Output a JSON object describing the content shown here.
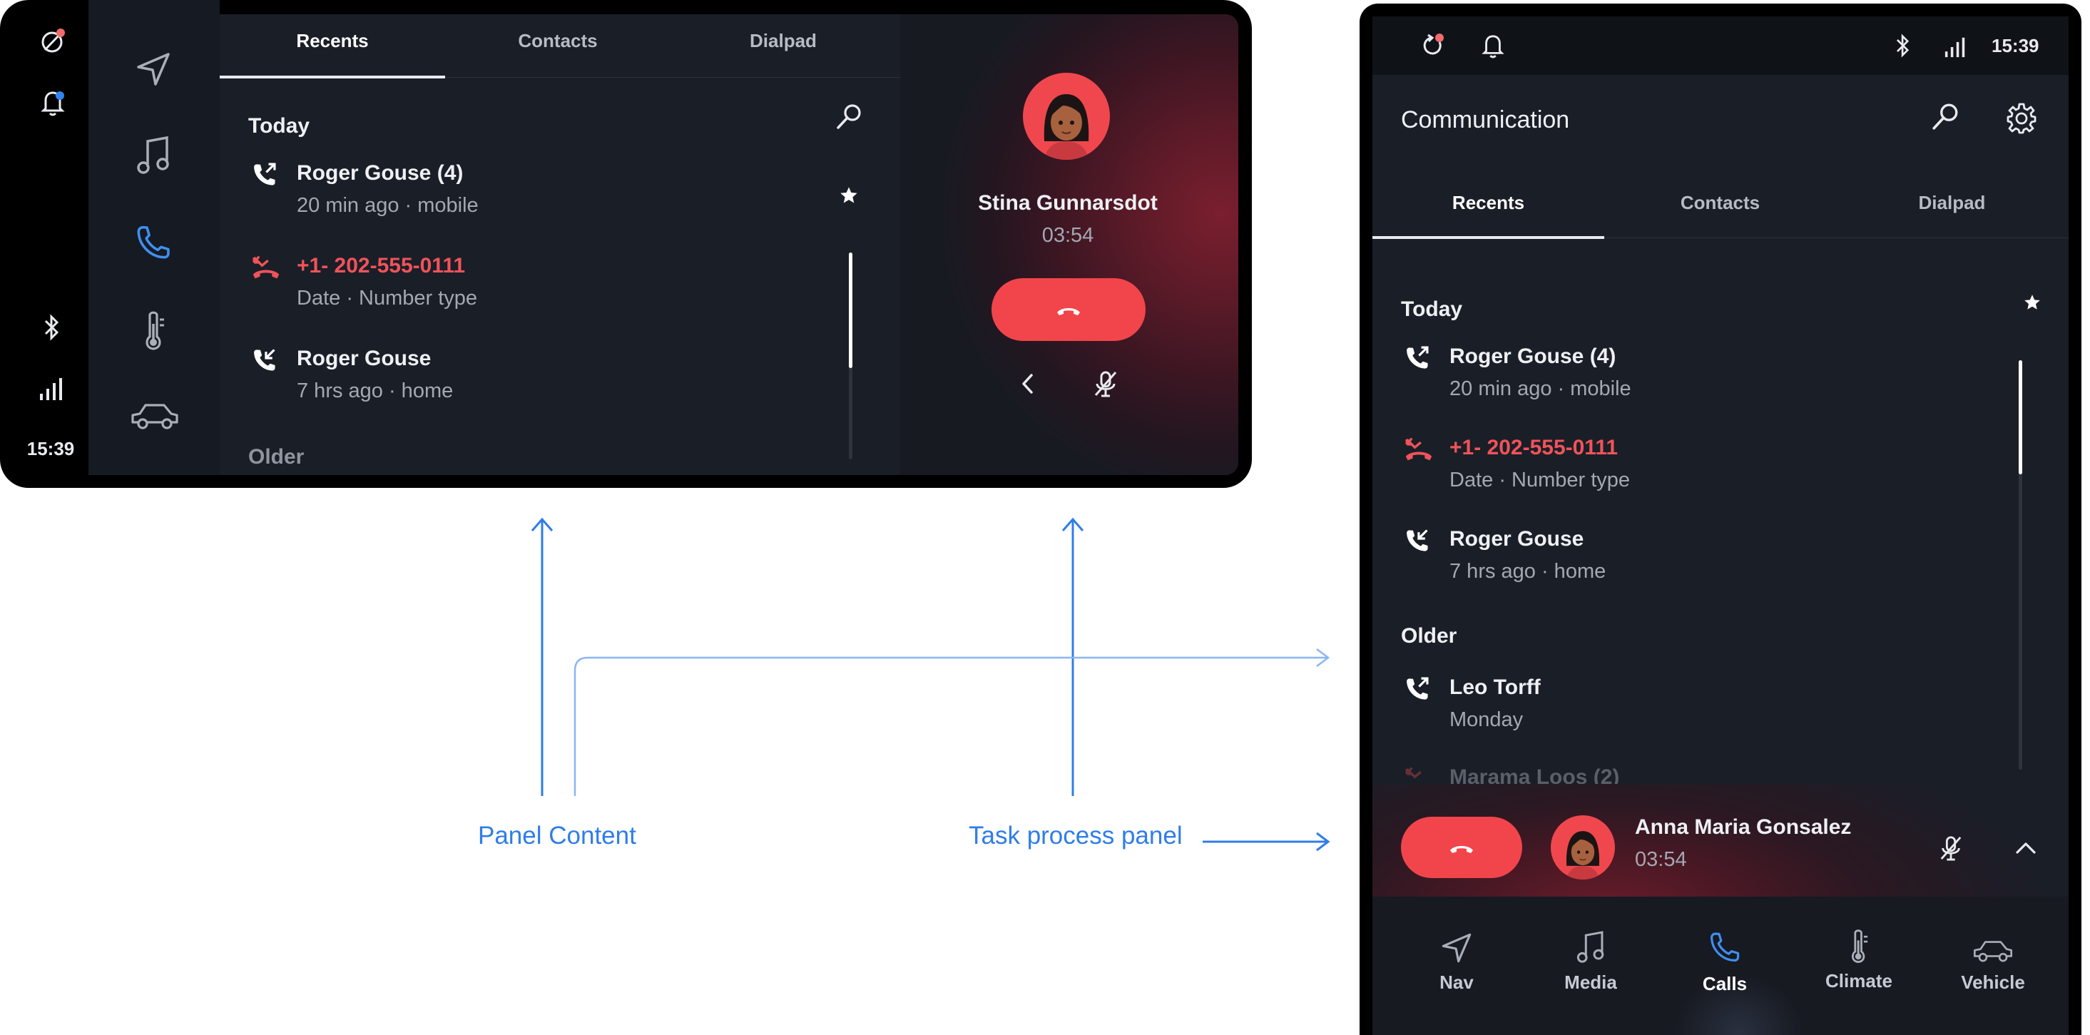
{
  "landscape": {
    "status": {
      "time": "15:39"
    },
    "rail_icons": [
      "navigation-arrow-icon",
      "music-note-icon",
      "phone-icon",
      "thermometer-icon",
      "car-icon"
    ],
    "tabs": [
      {
        "label": "Recents",
        "active": true
      },
      {
        "label": "Contacts",
        "active": false
      },
      {
        "label": "Dialpad",
        "active": false
      }
    ],
    "sections": {
      "today": "Today",
      "older": "Older"
    },
    "calls": [
      {
        "name": "Roger Gouse (4)",
        "detail": "20 min ago · mobile",
        "type": "outgoing"
      },
      {
        "name": "+1- 202-555-0111",
        "detail": "Date · Number type",
        "type": "missed"
      },
      {
        "name": "Roger Gouse",
        "detail": "7 hrs ago · home",
        "type": "incoming"
      }
    ],
    "active_call": {
      "name": "Stina Gunnarsdot",
      "duration": "03:54"
    }
  },
  "portrait": {
    "status": {
      "time": "15:39"
    },
    "title": "Communication",
    "tabs": [
      {
        "label": "Recents",
        "active": true
      },
      {
        "label": "Contacts",
        "active": false
      },
      {
        "label": "Dialpad",
        "active": false
      }
    ],
    "sections": {
      "today": "Today",
      "older": "Older"
    },
    "calls": [
      {
        "name": "Roger Gouse (4)",
        "detail": "20 min ago · mobile",
        "type": "outgoing"
      },
      {
        "name": "+1- 202-555-0111",
        "detail": "Date · Number type",
        "type": "missed"
      },
      {
        "name": "Roger Gouse",
        "detail": "7 hrs ago · home",
        "type": "incoming"
      },
      {
        "name": "Leo Torff",
        "detail": "Monday",
        "type": "outgoing"
      },
      {
        "name": "Marama Loos (2)",
        "detail": "",
        "type": "missed"
      }
    ],
    "active_call": {
      "name": "Anna Maria Gonsalez",
      "duration": "03:54"
    },
    "dock": [
      {
        "label": "Nav",
        "icon": "navigation-arrow-icon",
        "active": false
      },
      {
        "label": "Media",
        "icon": "music-note-icon",
        "active": false
      },
      {
        "label": "Calls",
        "icon": "phone-icon",
        "active": true
      },
      {
        "label": "Climate",
        "icon": "thermometer-icon",
        "active": false
      },
      {
        "label": "Vehicle",
        "icon": "car-icon",
        "active": false
      }
    ]
  },
  "annotations": {
    "panel_content": "Panel Content",
    "task_process_panel": "Task process panel"
  },
  "colors": {
    "accent_blue": "#2f7de8",
    "end_call_red": "#f2454b",
    "missed_red": "#f0535a",
    "active_icon_blue": "#3f8ff0"
  }
}
